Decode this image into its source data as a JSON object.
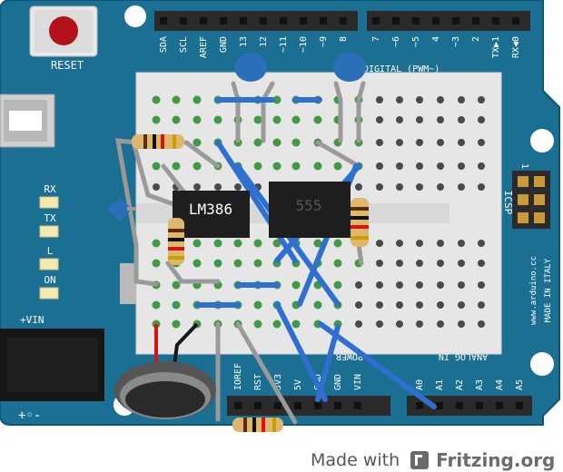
{
  "colors": {
    "board": "#1a6f93",
    "board_edge": "#0f5576",
    "breadboard": "#e6e6e6",
    "wire_blue": "#2f6fd0",
    "wire_grey": "#9a9a9a",
    "cap_blue": "#2a6fb8",
    "ic_body": "#1e1e1e",
    "header": "#2b2b2b",
    "led_yellow": "#f6e9b0",
    "reset_red": "#b3121b",
    "wire_red": "#d41414",
    "wire_black": "#151515"
  },
  "board": {
    "reset_label": "RESET",
    "digital_pins": [
      "SDA",
      "SCL",
      "AREF",
      "GND",
      "13",
      "12",
      "~11",
      "~10",
      "~9",
      "8",
      "7",
      "~6",
      "~5",
      "4",
      "~3",
      "2",
      "TX▶1",
      "RX◀0"
    ],
    "digital_label": "DIGITAL (PWM~)",
    "power_pins": [
      "IOREF",
      "RST",
      "3V3",
      "5V",
      "GND",
      "GND",
      "VIN"
    ],
    "power_label": "POWER",
    "analog_pins": [
      "A0",
      "A1",
      "A2",
      "A3",
      "A4",
      "A5"
    ],
    "analog_label": "ANALOG IN",
    "leds": [
      "RX",
      "TX",
      "L",
      "ON"
    ],
    "vin_label": "+VIN",
    "icsp_label": "ICSP",
    "icsp_pin1": "1",
    "url_text": "www.arduino.cc",
    "made_in_text": "MADE IN ITALY",
    "polarity_symbol": "+◦-"
  },
  "chips": {
    "amp_label": "LM386",
    "timer_label": "555"
  },
  "footer": {
    "made_with": "Made with",
    "brand": "Fritzing.org"
  }
}
